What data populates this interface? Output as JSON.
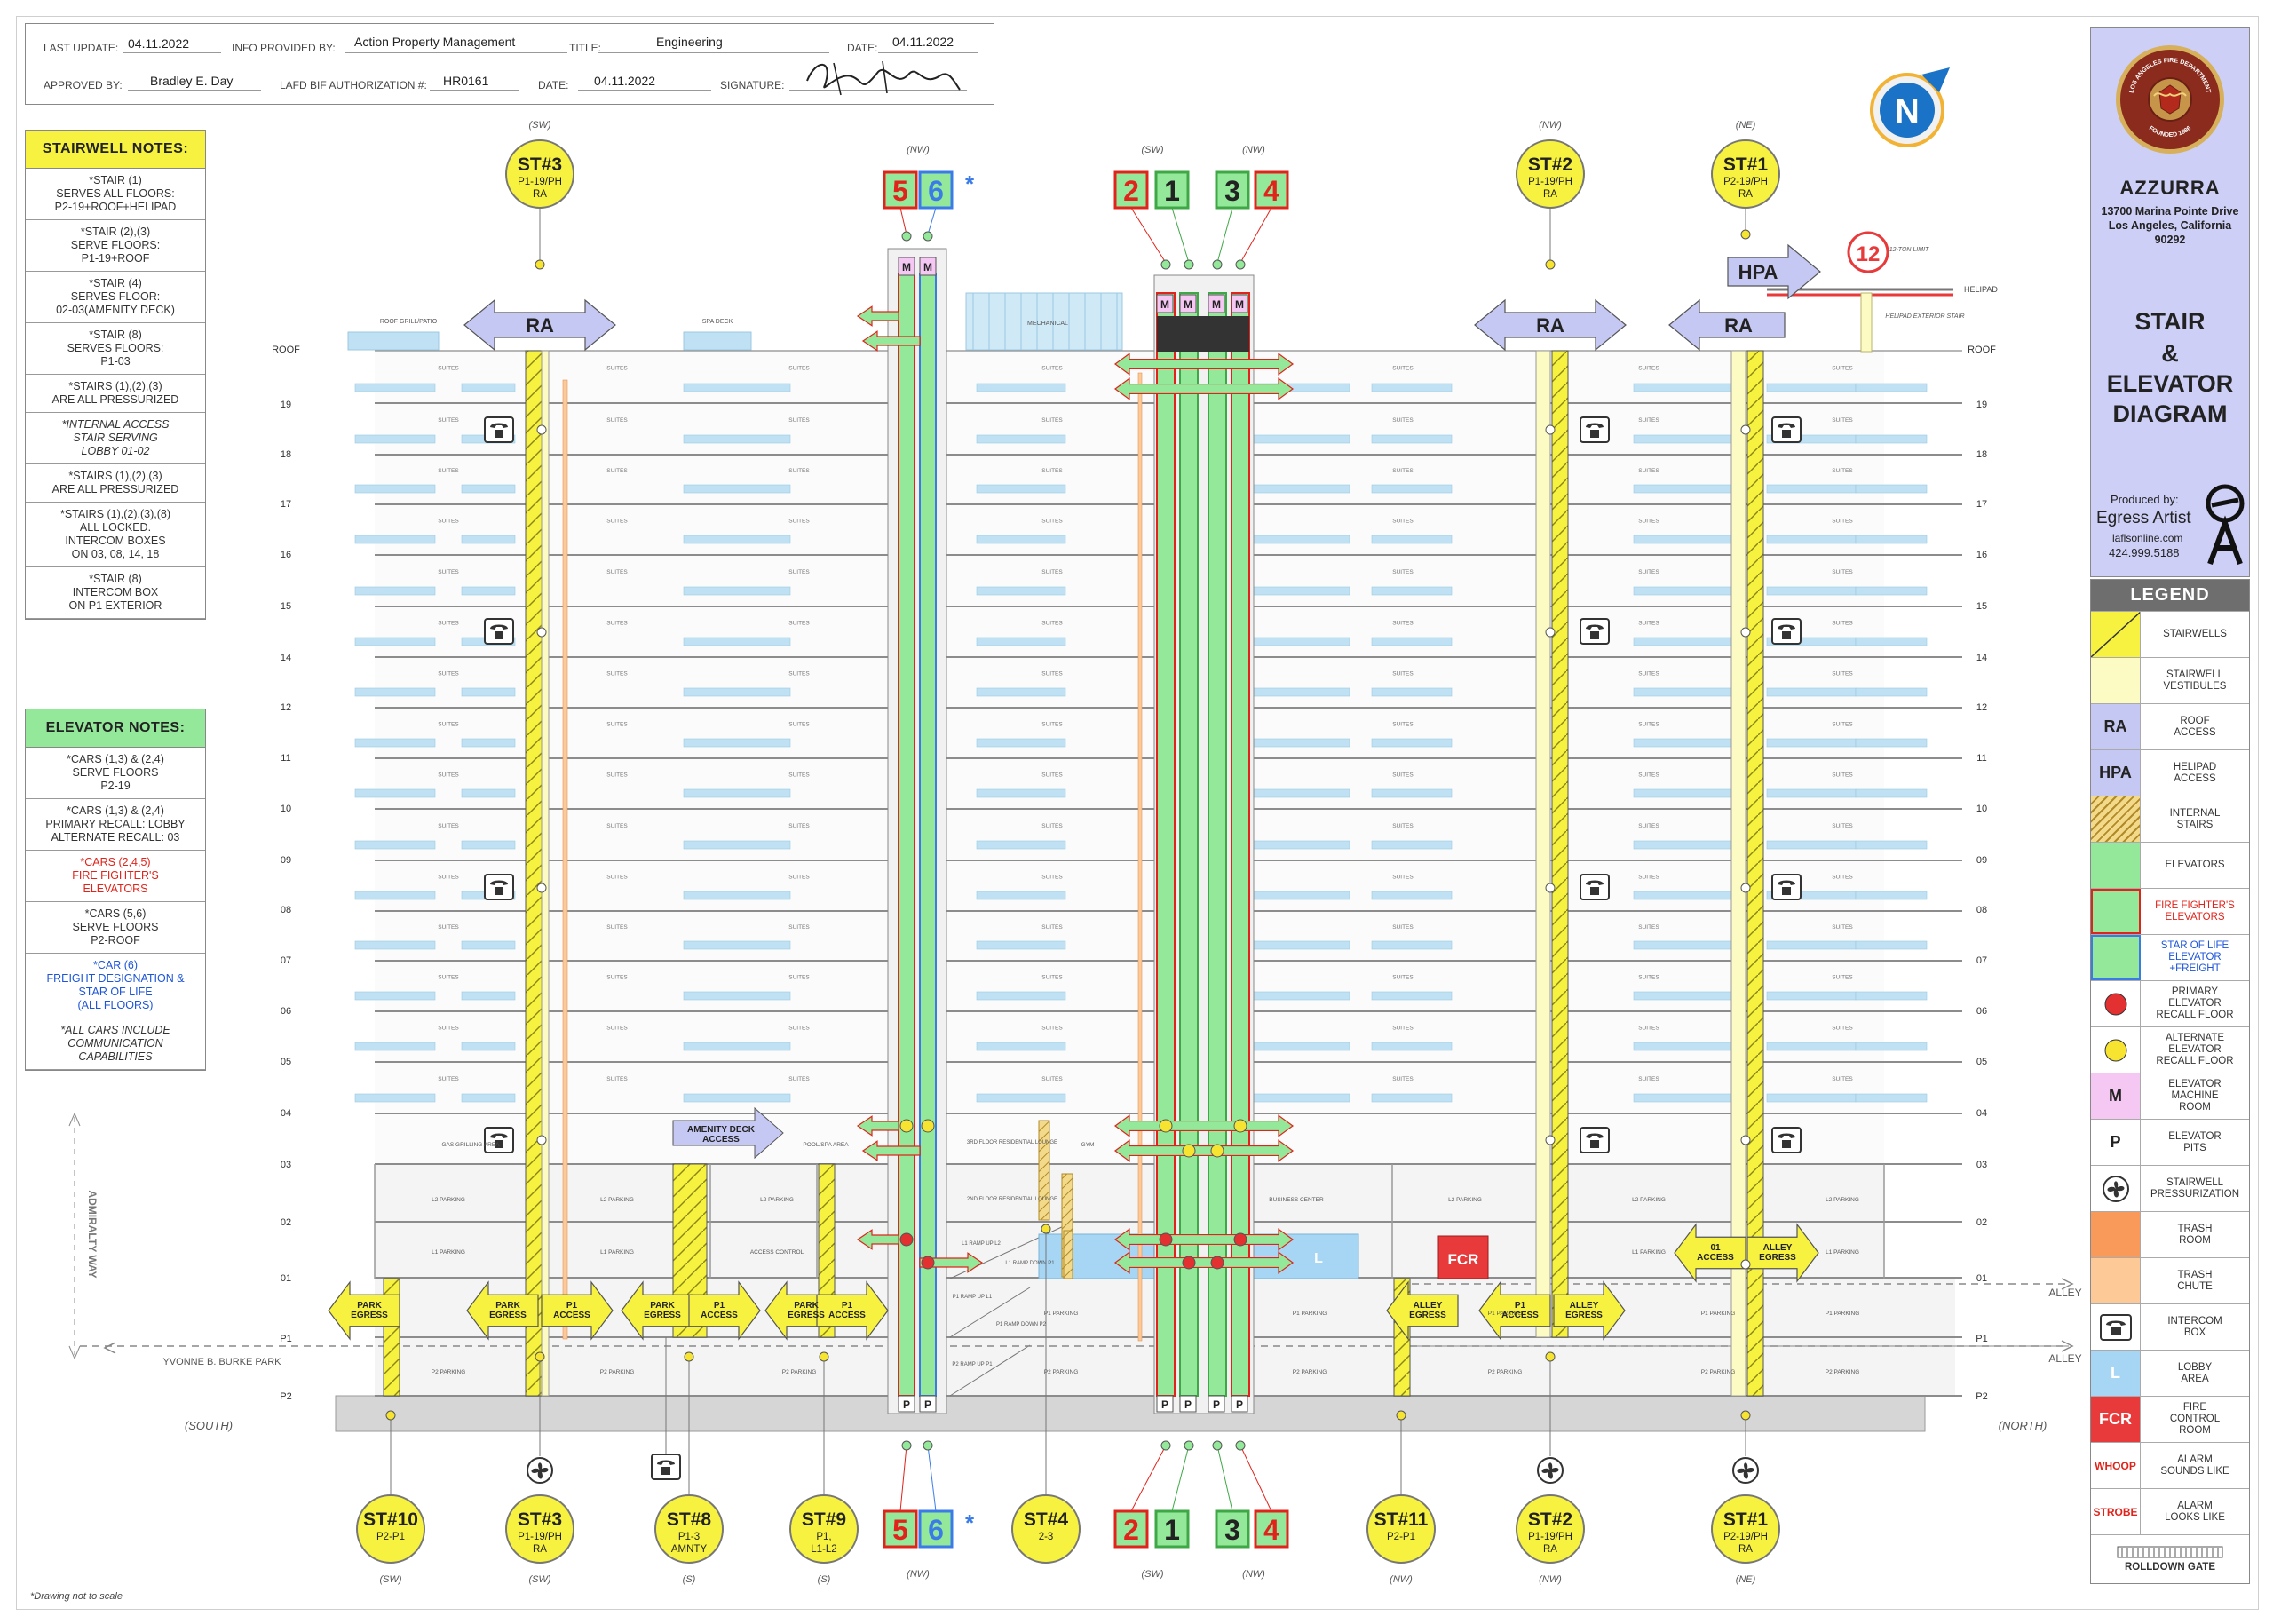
{
  "header": {
    "last_update_label": "LAST UPDATE:",
    "last_update": "04.11.2022",
    "info_label": "INFO PROVIDED BY:",
    "info": "Action Property Management",
    "title_label": "TITLE:",
    "title": "Engineering",
    "date_label": "DATE:",
    "date": "04.11.2022",
    "approved_label": "APPROVED BY:",
    "approved": "Bradley E. Day",
    "auth_label": "LAFD BIF AUTHORIZATION #:",
    "auth": "HR0161",
    "date2_label": "DATE:",
    "date2": "04.11.2022",
    "signature_label": "SIGNATURE:"
  },
  "stair_notes": {
    "title": "STAIRWELL NOTES:",
    "items": [
      {
        "text": "*STAIR (1)\nSERVES ALL FLOORS:\nP2-19+ROOF+HELIPAD",
        "style": ""
      },
      {
        "text": "*STAIR (2),(3)\nSERVE FLOORS:\nP1-19+ROOF",
        "style": ""
      },
      {
        "text": "*STAIR (4)\nSERVES FLOOR:\n02-03(AMENITY DECK)",
        "style": ""
      },
      {
        "text": "*STAIR (8)\nSERVES FLOORS:\nP1-03",
        "style": ""
      },
      {
        "text": "*STAIRS (1),(2),(3)\nARE ALL PRESSURIZED",
        "style": ""
      },
      {
        "text": "*INTERNAL ACCESS\nSTAIR SERVING\nLOBBY 01-02",
        "style": "it"
      },
      {
        "text": "*STAIRS (1),(2),(3)\nARE ALL PRESSURIZED",
        "style": ""
      },
      {
        "text": "*STAIRS (1),(2),(3),(8)\nALL LOCKED.\nINTERCOM BOXES\nON 03, 08, 14, 18",
        "style": ""
      },
      {
        "text": "*STAIR (8)\nINTERCOM BOX\nON P1 EXTERIOR",
        "style": ""
      }
    ]
  },
  "elevator_notes": {
    "title": "ELEVATOR NOTES:",
    "items": [
      {
        "text": "*CARS (1,3) & (2,4)\nSERVE FLOORS\nP2-19",
        "style": ""
      },
      {
        "text": "*CARS (1,3) & (2,4)\nPRIMARY RECALL: LOBBY\nALTERNATE RECALL: 03",
        "style": ""
      },
      {
        "text": "*CARS (2,4,5)\nFIRE FIGHTER'S\nELEVATORS",
        "style": "red"
      },
      {
        "text": "*CARS (5,6)\nSERVE FLOORS\nP2-ROOF",
        "style": ""
      },
      {
        "text": "*CAR (6)\nFREIGHT DESIGNATION &\nSTAR OF LIFE\n(ALL FLOORS)",
        "style": "blue"
      },
      {
        "text": "*ALL CARS INCLUDE\nCOMMUNICATION\nCAPABILITIES",
        "style": "it"
      }
    ]
  },
  "building": {
    "name": "AZZURRA",
    "address1": "13700 Marina Pointe Drive",
    "address2": "Los Angeles, California",
    "zip": "90292",
    "diagram_title_1": "STAIR",
    "diagram_title_2": "&",
    "diagram_title_3": "ELEVATOR",
    "diagram_title_4": "DIAGRAM",
    "produced_by": "Produced by:",
    "producer": "Egress Artist",
    "website": "laflsonline.com",
    "phone": "424.999.5188",
    "seal_top": "LOS ANGELES FIRE DEPARTMENT",
    "seal_bottom": "FOUNDED 1886"
  },
  "legend": {
    "title": "LEGEND",
    "items": [
      {
        "label": "STAIRWELLS",
        "swatch": "stair",
        "color": "#f7f23f"
      },
      {
        "label": "STAIRWELL\nVESTIBULES",
        "swatch": "plain",
        "color": "#fdfbc4"
      },
      {
        "label": "ROOF\nACCESS",
        "swatch": "RA",
        "color": "#c5c8f3"
      },
      {
        "label": "HELIPAD\nACCESS",
        "swatch": "HPA",
        "color": "#c5c8f3"
      },
      {
        "label": "INTERNAL\nSTAIRS",
        "swatch": "hatch",
        "color": "#f3d98a"
      },
      {
        "label": "ELEVATORS",
        "swatch": "elev",
        "color": "#93e89a"
      },
      {
        "label": "FIRE FIGHTER'S\nELEVATORS",
        "swatch": "elevred",
        "color": "#93e89a"
      },
      {
        "label": "STAR OF LIFE\nELEVATOR\n+FREIGHT",
        "swatch": "elevblue",
        "color": "#93e89a"
      },
      {
        "label": "PRIMARY\nELEVATOR\nRECALL FLOOR",
        "swatch": "reddot",
        "color": "#e33030"
      },
      {
        "label": "ALTERNATE\nELEVATOR\nRECALL FLOOR",
        "swatch": "yellowdot",
        "color": "#f7e431"
      },
      {
        "label": "ELEVATOR\nMACHINE\nROOM",
        "swatch": "M",
        "color": "#f5c7f3"
      },
      {
        "label": "ELEVATOR\nPITS",
        "swatch": "P",
        "color": "#ffffff"
      },
      {
        "label": "STAIRWELL\nPRESSURIZATION",
        "swatch": "fan",
        "color": "#ffffff"
      },
      {
        "label": "TRASH\nROOM",
        "swatch": "plain",
        "color": "#f99a5a"
      },
      {
        "label": "TRASH\nCHUTE",
        "swatch": "plain",
        "color": "#fcc997"
      },
      {
        "label": "INTERCOM\nBOX",
        "swatch": "phone",
        "color": "#ffffff"
      },
      {
        "label": "LOBBY\nAREA",
        "swatch": "L",
        "color": "#a6d6f3"
      },
      {
        "label": "FIRE\nCONTROL\nROOM",
        "swatch": "FCR",
        "color": "#e8393b"
      },
      {
        "label": "ALARM\nSOUNDS LIKE",
        "swatch": "WHOOP",
        "color": "#ffffff"
      },
      {
        "label": "ALARM\nLOOKS LIKE",
        "swatch": "STROBE",
        "color": "#ffffff"
      }
    ],
    "rolldown_label": "ROLLDOWN GATE"
  },
  "floors": {
    "labels": [
      "ROOF",
      "19",
      "18",
      "17",
      "16",
      "15",
      "14",
      "12",
      "11",
      "10",
      "09",
      "08",
      "07",
      "06",
      "05",
      "04",
      "03",
      "02",
      "01",
      "P1",
      "P2"
    ],
    "suites_label": "SUITES"
  },
  "areas": {
    "roof_grill": "ROOF GRILL/PATIO",
    "spa_deck": "SPA DECK",
    "mechanical": "MECHANICAL",
    "gas_grill": "GAS GRILLING AREA",
    "pool_spa": "POOL/SPA AREA",
    "lounge3": "3RD FLOOR RESIDENTIAL LOUNGE",
    "lounge2": "2ND FLOOR RESIDENTIAL LOUNGE",
    "gym": "GYM",
    "business": "BUSINESS CENTER",
    "l2parking": "L2 PARKING",
    "l1parking": "L1 PARKING",
    "access_control": "ACCESS CONTROL",
    "p1parking": "P1 PARKING",
    "p2parking": "P2 PARKING",
    "ramp1": "L1 RAMP UP L2",
    "ramp2": "L1 RAMP DOWN P1",
    "ramp3": "P1 RAMP UP L1",
    "ramp4": "P1 RAMP DOWN P2",
    "ramp5": "P2 RAMP UP P1",
    "helipad": "HELIPAD",
    "helipad_stair": "HELIPAD EXTERIOR STAIR",
    "ton_limit": "12-TON LIMIT",
    "ton_value": "12",
    "alley": "ALLEY",
    "park": "YVONNE B. BURKE PARK",
    "admiralty": "ADMIRALTY WAY",
    "south": "(SOUTH)",
    "north": "(NORTH)",
    "lobby": "L",
    "fcr": "FCR",
    "amenity_access": "AMENITY DECK ACCESS"
  },
  "arrows": {
    "ra": "RA",
    "hpa": "HPA",
    "park_egress": "PARK EGRESS",
    "p1_access": "P1 ACCESS",
    "alley_egress": "ALLEY EGRESS",
    "o1_access": "01 ACCESS"
  },
  "stairs_top": [
    {
      "id": "ST#3",
      "range": "P1-19/PH",
      "sub": "RA",
      "dir": "(SW)"
    },
    {
      "id": "ST#2",
      "range": "P1-19/PH",
      "sub": "RA",
      "dir": "(NW)"
    },
    {
      "id": "ST#1",
      "range": "P2-19/PH",
      "sub": "RA",
      "dir": "(NE)"
    }
  ],
  "stairs_bottom": [
    {
      "id": "ST#10",
      "range": "P2-P1",
      "sub": "",
      "dir": "(SW)"
    },
    {
      "id": "ST#3",
      "range": "P1-19/PH",
      "sub": "RA",
      "dir": "(SW)"
    },
    {
      "id": "ST#8",
      "range": "P1-3",
      "sub": "AMNTY",
      "dir": "(S)"
    },
    {
      "id": "ST#9",
      "range": "P1,",
      "sub": "L1-L2",
      "dir": "(S)"
    },
    {
      "id": "ST#4",
      "range": "2-3",
      "sub": "",
      "dir": ""
    },
    {
      "id": "ST#11",
      "range": "P2-P1",
      "sub": "",
      "dir": "(NW)"
    },
    {
      "id": "ST#2",
      "range": "P1-19/PH",
      "sub": "RA",
      "dir": "(NW)"
    },
    {
      "id": "ST#1",
      "range": "P2-19/PH",
      "sub": "RA",
      "dir": "(NE)"
    }
  ],
  "elevator_groups": {
    "left_dir": "(NW)",
    "center_dir_a": "(SW)",
    "center_dir_b": "(NW)",
    "cars_left": [
      "5",
      "6"
    ],
    "cars_center": [
      "2",
      "1",
      "3",
      "4"
    ],
    "machine": "M",
    "pit": "P",
    "star": "*"
  },
  "north_label": "N",
  "footnote": "*Drawing not to scale"
}
